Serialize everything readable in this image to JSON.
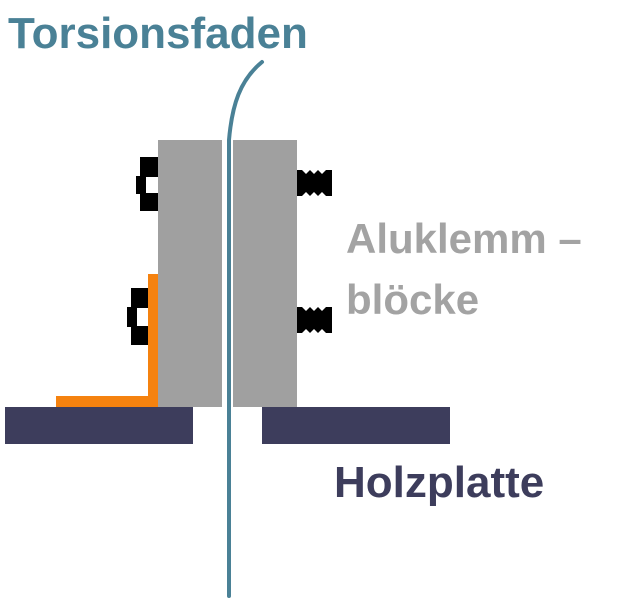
{
  "labels": {
    "fiber": "Torsionsfaden",
    "blocks_line1": "Aluklemm –",
    "blocks_line2": "blöcke",
    "plate": "Holzplatte"
  },
  "colors": {
    "fiber": "#4a8196",
    "block": "#a0a0a0",
    "plate": "#3d3d5c",
    "bracket": "#f5820f",
    "screw": "#000000",
    "blocks_label": "#a3a3a3",
    "plate_label": "#3d3d5c"
  },
  "components": [
    "torsion-fiber",
    "clamp-block-left",
    "clamp-block-right",
    "wood-plate-left",
    "wood-plate-right",
    "angle-bracket",
    "screw-left-upper",
    "screw-left-lower",
    "screw-right-upper",
    "screw-right-lower"
  ]
}
